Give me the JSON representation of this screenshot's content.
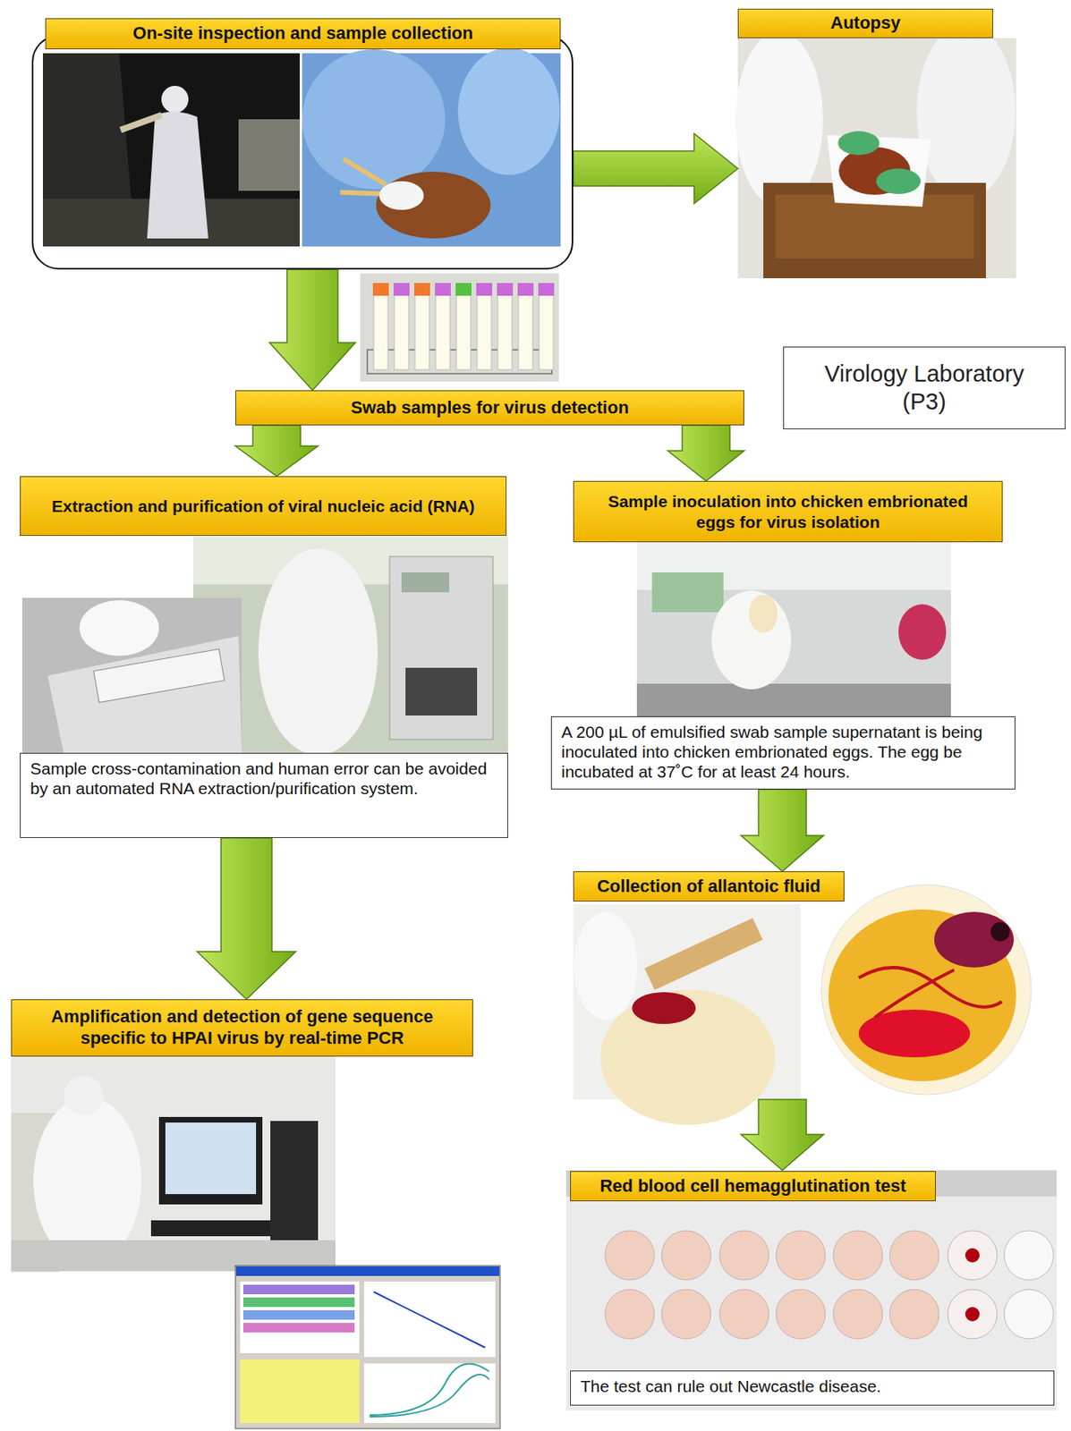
{
  "diagram": {
    "nodes": [
      {
        "text": [
          "On-site inspection and sample collection"
        ]
      },
      {
        "text": [
          "Autopsy"
        ]
      },
      {
        "text": [
          "Virology Laboratory (P3)"
        ]
      },
      {
        "text": [
          "Swab samples for virus detection"
        ],
        "in": 2
      },
      {
        "text": [
          "Extraction and purification of viral nucleic acid (RNA)",
          "Sample cross-contamination and human error can be avoided by an automated RNA extraction/purification system."
        ],
        "in": 2
      },
      {
        "text": [
          "Sample inoculation into chicken embrionated eggs for virus isolation",
          "A 200 µL of emulsified swab sample supernatant is being inoculated into chicken embrionated eggs. The egg be incubated at 37˚C for at least 24 hours."
        ],
        "in": 2
      },
      {
        "text": [
          "Collection of allantoic fluid"
        ],
        "in": 2
      },
      {
        "text": [
          "Amplification and detection of gene sequence specific to HPAI virus by real-time PCR"
        ]
      },
      {
        "text": [
          "Red blood cell hemagglutination test",
          "The test can rule out Newcastle disease."
        ],
        "in": 2
      }
    ],
    "edges": [
      {
        "from": 0,
        "to": 1,
        "arrow": "to"
      },
      {
        "from": 0,
        "to": 3,
        "arrow": "to"
      },
      {
        "from": 3,
        "to": 4,
        "arrow": "to"
      },
      {
        "from": 3,
        "to": 5,
        "arrow": "to"
      },
      {
        "from": 4,
        "to": 7,
        "arrow": "to"
      },
      {
        "from": 5,
        "to": 6,
        "arrow": "to"
      },
      {
        "from": 6,
        "to": 8,
        "arrow": "to"
      }
    ]
  }
}
